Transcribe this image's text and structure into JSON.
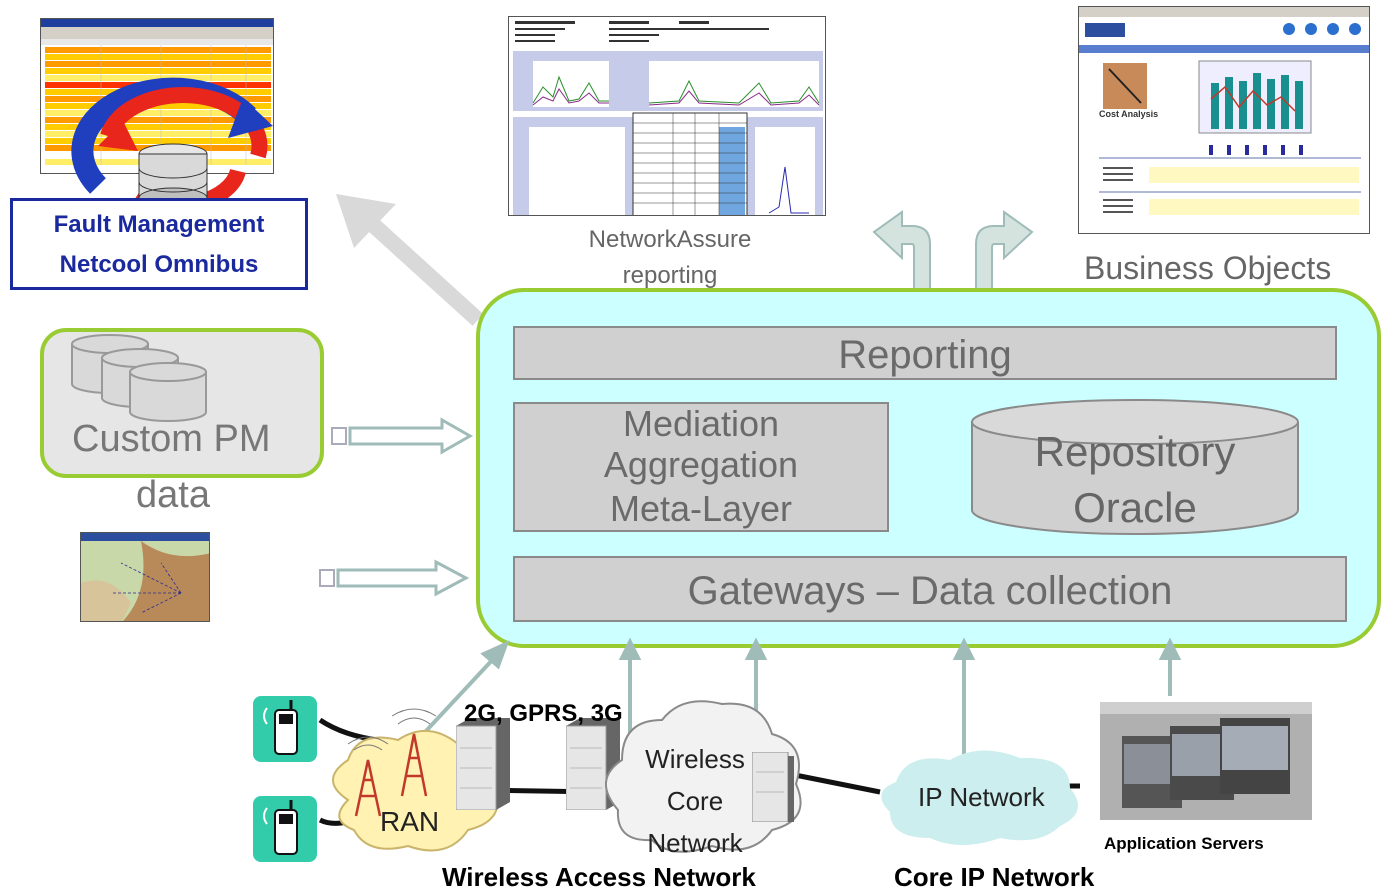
{
  "fault_management": {
    "line1": "Fault Management",
    "line2": "Netcool Omnibus"
  },
  "networkassure": {
    "line1": "NetworkAssure",
    "line2": "reporting"
  },
  "business_objects": {
    "label": "Business Objects",
    "report_title": "Cost Analysis"
  },
  "custom_pm": {
    "line1": "Custom PM",
    "line2": "data"
  },
  "platform": {
    "reporting": "Reporting",
    "mediation": [
      "Mediation",
      "Aggregation",
      "Meta-Layer"
    ],
    "repository": [
      "Repository",
      "Oracle"
    ],
    "gateways": "Gateways – Data collection"
  },
  "network": {
    "tech": "2G, GPRS, 3G",
    "ran": "RAN",
    "wireless_core": [
      "Wireless",
      "Core",
      "Network"
    ],
    "ip_network": "IP Network",
    "app_servers": "Application Servers",
    "wireless_access": "Wireless Access Network",
    "core_ip": "Core IP Network"
  },
  "colors": {
    "platform_fill": "#ccffff",
    "platform_border": "#99cc33",
    "fault_text": "#1a2a9e",
    "arrow_teal": "#9fbcb8",
    "arrow_grey": "#d9d9d9",
    "ran_cloud": "#fff2b3",
    "core_cloud": "#f2f2f2",
    "ip_cloud": "#cceeee"
  }
}
